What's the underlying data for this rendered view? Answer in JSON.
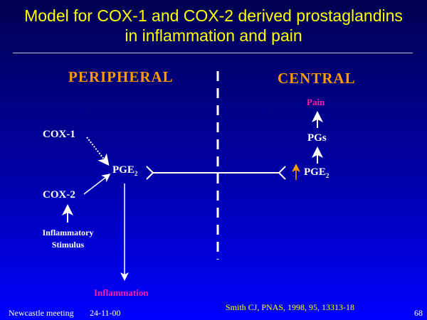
{
  "title_line1": "Model for COX-1 and COX-2 derived prostaglandins",
  "title_line2": "in inflammation and pain",
  "peripheral": {
    "heading": "PERIPHERAL",
    "cox1": "COX-1",
    "cox2": "COX-2",
    "pge": "PGE",
    "pge_sub": "2",
    "stimulus_line1": "Inflammatory",
    "stimulus_line2": "Stimulus",
    "inflammation": "Inflammation"
  },
  "central": {
    "heading": "CENTRAL",
    "pain": "Pain",
    "pgs": "PGs",
    "pge": "PGE",
    "pge_sub": "2"
  },
  "footer": {
    "meeting": "Newcastle meeting",
    "date": "24-11-00",
    "citation": "Smith CJ, PNAS, 1998, 95, 13313-18",
    "page": "68"
  },
  "colors": {
    "title": "#ffff00",
    "heading": "#ff9900",
    "outcome": "#ff1ca8"
  }
}
